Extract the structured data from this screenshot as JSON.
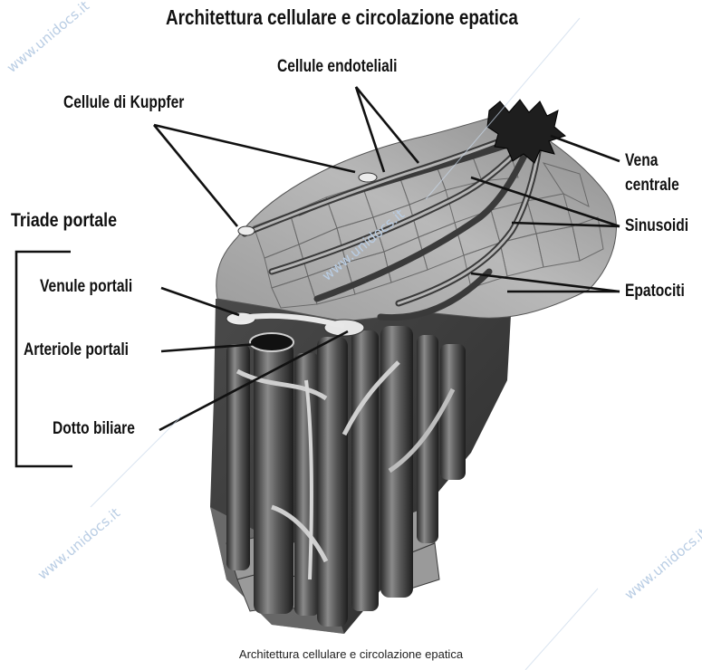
{
  "title": "Architettura cellulare e circolazione epatica",
  "caption": "Architettura cellulare e circolazione epatica",
  "group_title": "Triade portale",
  "labels": {
    "kupffer": "Cellule di Kuppfer",
    "endoteliali": "Cellule endoteliali",
    "vena_line1": "Vena",
    "vena_line2": "centrale",
    "sinusoidi": "Sinusoidi",
    "epatociti": "Epatociti",
    "venule": "Venule portali",
    "arteriole": "Arteriole portali",
    "dotto": "Dotto biliare"
  },
  "watermark": "www.unidocs.it"
}
